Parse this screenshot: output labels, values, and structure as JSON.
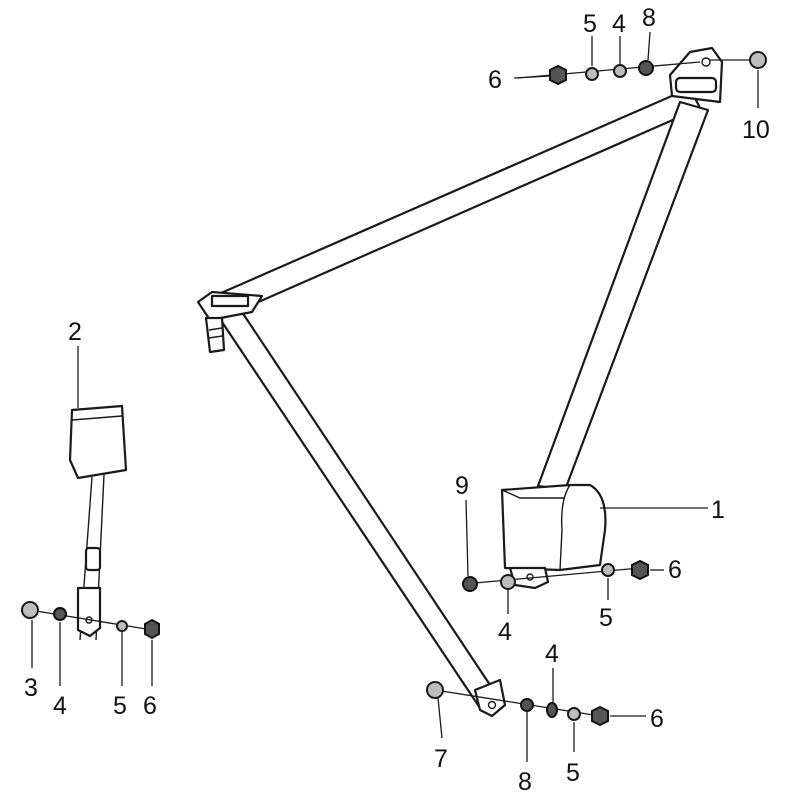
{
  "title": "Seat belt assembly exploded parts diagram",
  "callouts": [
    "5",
    "4",
    "8",
    "6",
    "10",
    "2",
    "9",
    "1",
    "6",
    "5",
    "4",
    "3",
    "4",
    "5",
    "6",
    "4",
    "6",
    "7",
    "8",
    "5"
  ]
}
